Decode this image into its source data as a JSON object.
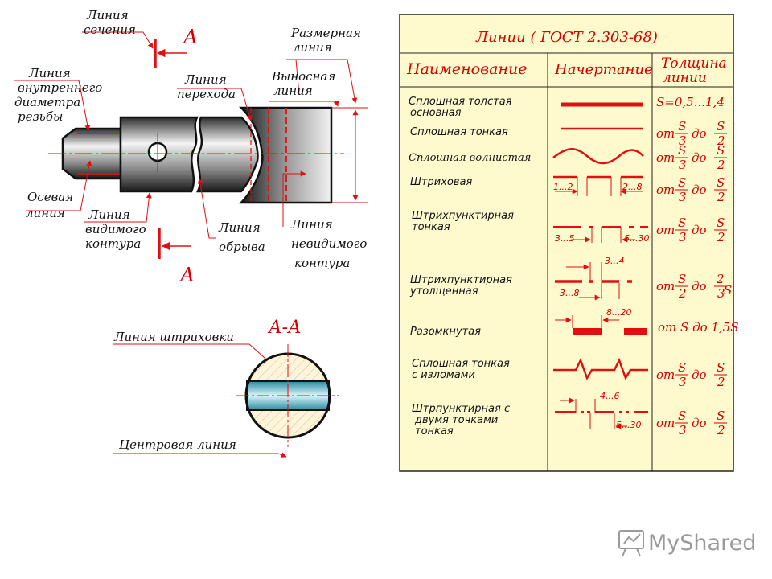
{
  "drawing": {
    "labels": {
      "section_line": [
        "Линия",
        "сечения"
      ],
      "section_letter_top": "А",
      "section_letter_bottom": "А",
      "inner_thread": [
        "Линия",
        "внутреннего",
        "диаметра",
        "резьбы"
      ],
      "transition": [
        "Линия",
        "перехода"
      ],
      "dimension": [
        "Размерная",
        "линия"
      ],
      "extension": [
        "Выносная",
        "линия"
      ],
      "axial": [
        "Осевая",
        "линия"
      ],
      "visible": [
        "Линия",
        "видимого",
        "контура"
      ],
      "break": [
        "Линия",
        "обрыва"
      ],
      "invisible": [
        "Линия",
        "невидимого",
        "контура"
      ],
      "section_title": "А-А",
      "hatching": "Линия штриховки",
      "center": "Центровая линия"
    }
  },
  "table": {
    "title": "Линии   ( ГОСТ 2.303-68)",
    "headers": {
      "name": "Наименование",
      "style": "Начертание",
      "thickness_1": "Толщина",
      "thickness_2": "линии"
    },
    "rows": [
      {
        "name": [
          "Сплошная толстая",
          "основная"
        ],
        "thickness": "S=0,5...1,4"
      },
      {
        "name": [
          "Сплошная тонкая"
        ],
        "thickness": {
          "from": "от",
          "a_num": "S",
          "a_den": "3",
          "to": "до",
          "b_num": "S",
          "b_den": "2"
        }
      },
      {
        "name": [
          "Сплошная волнистая"
        ],
        "thickness": {
          "from": "от",
          "a_num": "S",
          "a_den": "3",
          "to": "до",
          "b_num": "S",
          "b_den": "2"
        }
      },
      {
        "name": [
          "Штриховая"
        ],
        "dims": [
          "1...2",
          "2...8"
        ],
        "thickness": {
          "from": "от",
          "a_num": "S",
          "a_den": "3",
          "to": "до",
          "b_num": "S",
          "b_den": "2"
        }
      },
      {
        "name": [
          "Штрихпунктирная",
          "тонкая"
        ],
        "dims": [
          "3...5",
          "5...30"
        ],
        "thickness": {
          "from": "от",
          "a_num": "S",
          "a_den": "3",
          "to": "до",
          "b_num": "S",
          "b_den": "2"
        }
      },
      {
        "name": [
          "Штрихпунктирная",
          "утолщенная"
        ],
        "dims": [
          "3...4",
          "3...8"
        ],
        "thickness": {
          "from": "от",
          "a_num": "S",
          "a_den": "2",
          "to": "до",
          "b_num": "2",
          "b_den": "3",
          "b_suffix": "S"
        }
      },
      {
        "name": [
          "Разомкнутая"
        ],
        "dims": [
          "8...20"
        ],
        "thickness": "от S до 1,5S"
      },
      {
        "name": [
          "Сплошная тонкая",
          "с изломами"
        ],
        "thickness": {
          "from": "от",
          "a_num": "S",
          "a_den": "3",
          "to": "до",
          "b_num": "S",
          "b_den": "2"
        }
      },
      {
        "name": [
          "Штрпунктирная с",
          "двумя точками",
          "тонкая"
        ],
        "dims": [
          "4...6",
          "5...30"
        ],
        "thickness": {
          "from": "от",
          "a_num": "S",
          "a_den": "3",
          "to": "до",
          "b_num": "S",
          "b_den": "2"
        }
      }
    ]
  },
  "watermark": {
    "text": "MyShared",
    "icon": "presentation-board-icon"
  },
  "colors": {
    "table_bg": "#fffacd",
    "accent": "#e01010",
    "steel": "#9a9a9a",
    "section": "#8fd8e8"
  }
}
